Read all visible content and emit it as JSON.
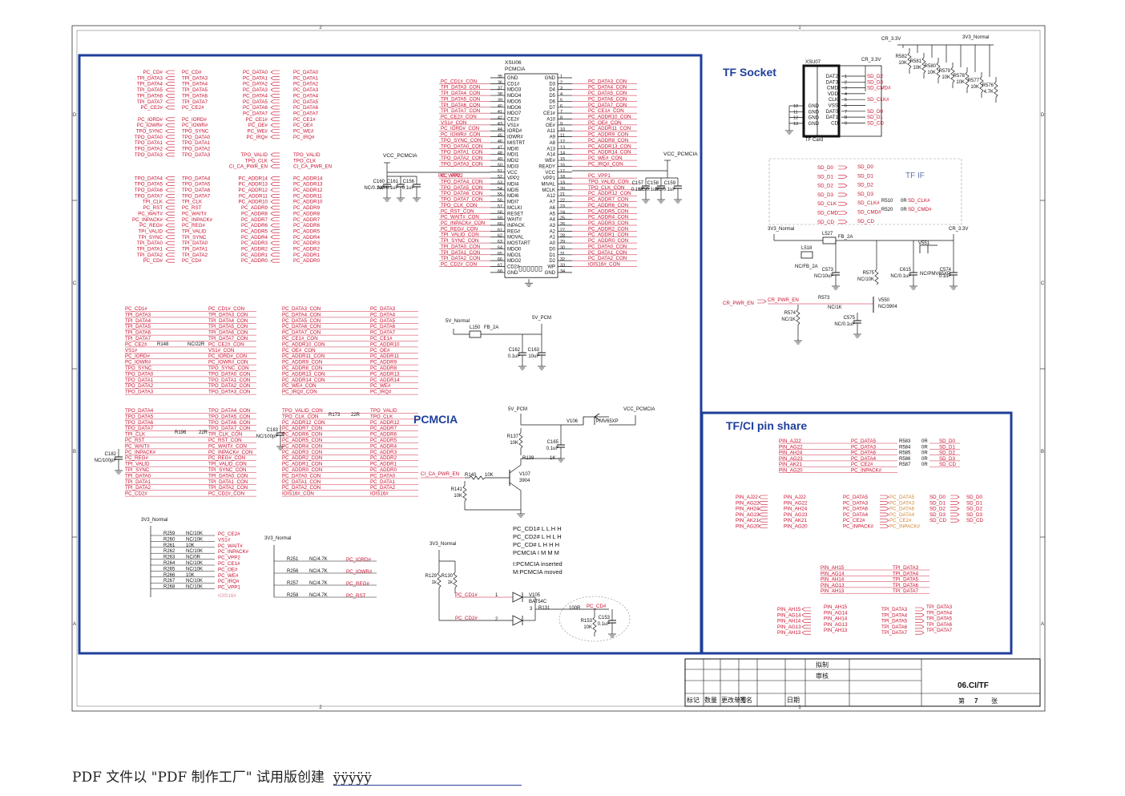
{
  "colors": {
    "frame": "#1f3f9a",
    "net": "#c8102e",
    "wire": "#3a3a8a",
    "ink": "#111111"
  },
  "sections": {
    "tf_socket": "TF Socket",
    "pcmcia": "PCMCIA",
    "tf_ci_share": "TF/CI pin share",
    "tf_if": "TF  IF"
  },
  "title_block": {
    "draft": "拟制",
    "review": "审核",
    "doc": "06.CI/TF",
    "sheet_label": "第",
    "sheet_no": "7",
    "sheet_unit": "张",
    "cols": [
      "标记",
      "数量",
      "更改单号",
      "签名",
      "日期"
    ]
  },
  "zones_top": [
    "2",
    "1"
  ],
  "zones_side": [
    "D",
    "C",
    "B",
    "A"
  ],
  "footer": {
    "text": "PDF 文件以 \"PDF 制作工厂\" 试用版创建  ",
    "link": "ÿÿÿÿÿ"
  },
  "pcmcia_chip": {
    "ref": "XSU06",
    "part": "PCMCIA",
    "left_pins": [
      "GND",
      "CD1#",
      "MDO3",
      "MDO4",
      "MDO5",
      "MDO6",
      "MDO7",
      "CE2#",
      "VS1#",
      "IORD#",
      "IOWR#",
      "MISTRT",
      "MDI0",
      "MDI1",
      "MDI2",
      "MDI3",
      "VCC",
      "VPP2",
      "MDI4",
      "MDI5",
      "MDI6",
      "MDI7",
      "MCLKI",
      "RESET",
      "WAIT#",
      "INPACK",
      "REG#",
      "MOVAL",
      "MOSTART",
      "MDO0",
      "MDO1",
      "MDO2",
      "CD2#",
      "GND"
    ],
    "left_nums": [
      "35",
      "36",
      "37",
      "38",
      "39",
      "40",
      "41",
      "42",
      "43",
      "44",
      "45",
      "46",
      "47",
      "48",
      "49",
      "50",
      "51",
      "52",
      "53",
      "54",
      "55",
      "56",
      "57",
      "58",
      "59",
      "60",
      "61",
      "62",
      "63",
      "64",
      "65",
      "66",
      "67",
      "68"
    ],
    "right_pins": [
      "GND",
      "D3",
      "D4",
      "D5",
      "D6",
      "D7",
      "CE1#",
      "A10",
      "OE#",
      "A11",
      "A9",
      "A8",
      "A13",
      "A14",
      "WE#",
      "READY",
      "VCC",
      "VPP1",
      "MIVAL",
      "MCLK",
      "A12",
      "A7",
      "A6",
      "A5",
      "A4",
      "A3",
      "A2",
      "A1",
      "A0",
      "D0",
      "D1",
      "D2",
      "WP",
      "GND"
    ],
    "right_nums": [
      "1",
      "2",
      "3",
      "4",
      "5",
      "6",
      "7",
      "8",
      "9",
      "10",
      "11",
      "12",
      "13",
      "14",
      "15",
      "16",
      "17",
      "18",
      "19",
      "20",
      "21",
      "22",
      "23",
      "24",
      "25",
      "26",
      "27",
      "28",
      "29",
      "30",
      "31",
      "32",
      "33",
      "34"
    ],
    "left_nets": [
      "PC_CD1#_CON",
      "TPI_DATA3_CON",
      "TPI_DATA4_CON",
      "TPI_DATA5_CON",
      "TPI_DATA6_CON",
      "TPI_DATA7_CON",
      "PC_CE2#_CON",
      "VS1#_CON",
      "PC_IORD#_CON",
      "PC_IOWR#_CON",
      "TPO_SYNC_CON",
      "TPO_DATA0_CON",
      "TPO_DATA1_CON",
      "TPO_DATA2_CON",
      "TPO_DATA3_CON",
      "",
      "PC_VPP2",
      "TPO_DATA4_CON",
      "TPO_DATA5_CON",
      "TPO_DATA6_CON",
      "TPO_DATA7_CON",
      "TPO_CLK_CON",
      "PC_RST_CON",
      "PC_WAIT#_CON",
      "PC_INPACK#_CON",
      "PC_REG#_CON",
      "TPI_VALID_CON",
      "TPI_SYNC_CON",
      "TPI_DATA0_CON",
      "TPI_DATA1_CON",
      "TPI_DATA2_CON",
      "PC_CD2#_CON"
    ],
    "right_nets": [
      "PC_DATA3_CON",
      "PC_DATA4_CON",
      "PC_DATA5_CON",
      "PC_DATA6_CON",
      "PC_DATA7_CON",
      "PC_CE1#_CON",
      "PC_ADDR10_CON",
      "PC_OE#_CON",
      "PC_ADDR11_CON",
      "PC_ADDR9_CON",
      "PC_ADDR8_CON",
      "PC_ADDR13_CON",
      "PC_ADDR14_CON",
      "PC_WE#_CON",
      "PC_IRQ#_CON",
      "",
      "PC_VPP1",
      "TPO_VALID_CON",
      "TPO_CLK_CON",
      "PC_ADDR12_CON",
      "PC_ADDR7_CON",
      "PC_ADDR6_CON",
      "PC_ADDR5_CON",
      "PC_ADDR4_CON",
      "PC_ADDR3_CON",
      "PC_ADDR2_CON",
      "PC_ADDR1_CON",
      "PC_ADDR0_CON",
      "PC_DATA0_CON",
      "PC_DATA1_CON",
      "PC_DATA2_CON",
      "IOIS16#_CON"
    ]
  },
  "net_col1": [
    "PC_CD#",
    "TPI_DATA3",
    "TPI_DATA4",
    "TPI_DATA5",
    "TPI_DATA6",
    "TPI_DATA7",
    "PC_CE2#",
    "",
    "PC_IORD#",
    "PC_IOWR#",
    "TPO_SYNC",
    "TPO_DATA0",
    "TPO_DATA1",
    "TPO_DATA2",
    "TPO_DATA3",
    "",
    "",
    "",
    "TPO_DATA4",
    "TPO_DATA5",
    "TPO_DATA6",
    "TPO_DATA7",
    "TPI_CLK",
    "PC_RST",
    "PC_WAIT#",
    "PC_INPACK#",
    "PC_REG#",
    "TPI_VALID",
    "TPI_SYNC",
    "TPI_DATA0",
    "TPI_DATA1",
    "TPI_DATA2",
    "PC_CD#"
  ],
  "net_col2": [
    "PC_DATA0",
    "PC_DATA1",
    "PC_DATA2",
    "PC_DATA3",
    "PC_DATA4",
    "PC_DATA5",
    "PC_DATA6",
    "PC_DATA7",
    "PC_CE1#",
    "PC_OE#",
    "PC_WE#",
    "PC_IRQ#",
    "",
    "",
    "TPO_VALID",
    "TPO_CLK",
    "CI_CA_PWR_EN",
    "",
    "PC_ADDR14",
    "PC_ADDR13",
    "PC_ADDR12",
    "PC_ADDR11",
    "PC_ADDR10",
    "PC_ADDR9",
    "PC_ADDR8",
    "PC_ADDR7",
    "PC_ADDR6",
    "PC_ADDR5",
    "PC_ADDR4",
    "PC_ADDR3",
    "PC_ADDR2",
    "PC_ADDR1",
    "PC_ADDR0"
  ],
  "conv_a_left": [
    "PC_CD1#",
    "TPI_DATA3",
    "TPI_DATA4",
    "TPI_DATA5",
    "TPI_DATA6",
    "TPI_DATA7",
    "PC_CE2#",
    "VS1#",
    "PC_IORD#",
    "PC_IOWR#",
    "TPO_SYNC",
    "TPO_DATA0",
    "TPO_DATA1",
    "TPO_DATA2",
    "TPO_DATA3"
  ],
  "conv_a_right": [
    "PC_CD1#_CON",
    "TPI_DATA3_CON",
    "TPI_DATA4_CON",
    "TPI_DATA5_CON",
    "TPI_DATA6_CON",
    "TPI_DATA7_CON",
    "PC_CE2#_CON",
    "VS1#_CON",
    "PC_IORD#_CON",
    "PC_IOWR#_CON",
    "TPO_SYNC_CON",
    "TPO_DATA0_CON",
    "TPO_DATA1_CON",
    "TPO_DATA2_CON",
    "TPO_DATA3_CON"
  ],
  "conv_b_left": [
    "PC_DATA3_CON",
    "PC_DATA4_CON",
    "PC_DATA5_CON",
    "PC_DATA6_CON",
    "PC_DATA7_CON",
    "PC_CE1#_CON",
    "PC_ADDR10_CON",
    "PC_OE#_CON",
    "PC_ADDR11_CON",
    "PC_ADDR9_CON",
    "PC_ADDR8_CON",
    "PC_ADDR13_CON",
    "PC_ADDR14_CON",
    "PC_WE#_CON",
    "PC_IRQ#_CON"
  ],
  "conv_b_right": [
    "PC_DATA3",
    "PC_DATA4",
    "PC_DATA5",
    "PC_DATA6",
    "PC_DATA7",
    "PC_CE1#",
    "PC_ADDR10",
    "PC_OE#",
    "PC_ADDR11",
    "PC_ADDR9",
    "PC_ADDR8",
    "PC_ADDR13",
    "PC_ADDR14",
    "PC_WE#",
    "PC_IRQ#"
  ],
  "conv_c_left": [
    "TPO_DATA4",
    "TPO_DATA5",
    "TPO_DATA6",
    "TPO_DATA7",
    "TPI_CLK",
    "PC_RST",
    "PC_WAIT#",
    "PC_INPACK#",
    "PC_REG#",
    "TPI_VALID",
    "TPI_SYNC",
    "TPI_DATA0",
    "TPI_DATA1",
    "TPI_DATA2",
    "PC_CD2#"
  ],
  "conv_c_right": [
    "TPO_DATA4_CON",
    "TPO_DATA5_CON",
    "TPO_DATA6_CON",
    "TPO_DATA7_CON",
    "TPI_CLK_CON",
    "PC_RST_CON",
    "PC_WAIT#_CON",
    "PC_INPACK#_CON",
    "PC_REG#_CON",
    "TPI_VALID_CON",
    "TPI_SYNC_CON",
    "TPI_DATA0_CON",
    "TPI_DATA1_CON",
    "TPI_DATA2_CON",
    "PC_CD2#_CON"
  ],
  "conv_d_left": [
    "TPO_VALID_CON",
    "TPO_CLK_CON",
    "PC_ADDR12_CON",
    "PC_ADDR7_CON",
    "PC_ADDR6_CON",
    "PC_ADDR5_CON",
    "PC_ADDR4_CON",
    "PC_ADDR3_CON",
    "PC_ADDR2_CON",
    "PC_ADDR1_CON",
    "PC_ADDR0_CON",
    "PC_DATA0_CON",
    "PC_DATA1_CON",
    "PC_DATA2_CON",
    "IOIS16#_CON"
  ],
  "conv_d_right": [
    "TPO_VALID",
    "TPO_CLK",
    "PC_ADDR12",
    "PC_ADDR7",
    "PC_ADDR6",
    "PC_ADDR5",
    "PC_ADDR4",
    "PC_ADDR3",
    "PC_ADDR2",
    "PC_ADDR1",
    "PC_ADDR0",
    "PC_DATA0",
    "PC_DATA1",
    "PC_DATA2",
    "IOIS16#"
  ],
  "pullups_a": {
    "rail": "3V3_Normal",
    "refs": [
      "R259",
      "R260",
      "R261",
      "R262",
      "R263",
      "R264",
      "R265",
      "R266",
      "R267",
      "R268"
    ],
    "vals": [
      "NC/10K",
      "NC/10K",
      "10K",
      "NC/10K",
      "NC/0R",
      "NC/10K",
      "NC/10K",
      "10K",
      "NC/10K",
      "NC/10K"
    ],
    "nets": [
      "PC_CE2#",
      "VS1#",
      "PC_WAIT#",
      "PC_INPACK#",
      "PC_VPP2",
      "PC_CE1#",
      "PC_OE#",
      "PC_WE#",
      "PC_IRQ#",
      "PC_VPP1"
    ],
    "last": "IOIS16#"
  },
  "pullups_b": {
    "rail": "3V3_Normal",
    "refs": [
      "R251",
      "R256",
      "R257",
      "R258"
    ],
    "vals": [
      "NC/4.7K",
      "NC/4.7K",
      "NC/4.7K",
      "NC/4.7K"
    ],
    "nets": [
      "PC_IORD#",
      "PC_IOWR#",
      "PC_REG#",
      "PC_RST"
    ]
  },
  "misc": {
    "vcc_pcmcia": "VCC_PCMCIA",
    "r148": "R148",
    "r148v": "NC/22R",
    "r196": "R196",
    "r196v": "22R",
    "r173": "R173",
    "r173v": "22R",
    "c182": "C182",
    "c182v": "NC/100pF",
    "c183": "C183",
    "c183v": "NC/100pF",
    "c160": "C160",
    "c161": "C161",
    "c156": "C156",
    "c160v": "NC/0.1uF",
    "c161v": "NC/0.1uF",
    "c156v": "0.1uF",
    "c157": "C157",
    "c158": "C158",
    "c159": "C159",
    "c157v": "0.1uF",
    "c158v": "NC/0.1uF",
    "c159v": "NC/0.1uF",
    "fivev": "5V_Normal",
    "l150": "L150",
    "fb2a": "FB_2A",
    "v5pcm": "5V_PCM",
    "c162": "C162",
    "c163": "C163",
    "c162v": "0.1uF",
    "c163v": "10uF",
    "r137": "R137",
    "r137v": "10K",
    "r139": "R139",
    "r139v": "1K",
    "r140": "R140",
    "r140v": "10K",
    "r141": "R141",
    "r141v": "10K",
    "v106": "V106",
    "pmv": "PMV65XP",
    "c165": "C165",
    "c165v": "0.1uF",
    "v107": "V107",
    "v3904": "3904",
    "ci_en": "CI_CA_PWR_EN",
    "truth": [
      "PC_CD1#  L  L  H  H",
      "PC_CD2#  L  H  L  H",
      "PC_CD#   L  H  H  H",
      "PCMCIA   I  M  M  M"
    ],
    "legend": [
      "I:PCMCIA inserted",
      "M:PCMCIA moved"
    ],
    "r129": "R129",
    "r130": "R130",
    "k1": "1k",
    "v105": "V105",
    "bat": "BAT54C",
    "r131": "R131",
    "r131v": "100R",
    "r153": "R153",
    "r153v": "10K",
    "c153": "C153",
    "c153v": "0.1uF",
    "pc_cd1": "PC_CD1#",
    "pc_cd2": "PC_CD2#",
    "pc_cd": "PC_CD#",
    "one": "1",
    "two": "2",
    "three": "3"
  },
  "tf": {
    "chip_ref": "XSU07",
    "chip_name": "TF Card",
    "cr": "CR_3.3V",
    "v3": "3V3_Normal",
    "pins": [
      "DAT2",
      "DAT3",
      "CMD",
      "VDD",
      "CLK",
      "VSS",
      "DAT0",
      "DAT1",
      "CD"
    ],
    "pin_nums": [
      "1",
      "2",
      "3",
      "4",
      "5",
      "6",
      "7",
      "8",
      "9"
    ],
    "gnd_nums": [
      "10",
      "11",
      "12",
      "13"
    ],
    "gnd": "GND",
    "nets": [
      "SD_D2",
      "SD_D3",
      "SD_CMD#",
      "",
      "SD_CLK#",
      "",
      "SD_D0",
      "SD_D1",
      "SD_CD"
    ],
    "res": [
      "R582",
      "R581",
      "R580",
      "R579",
      "R578",
      "R577",
      "R576"
    ],
    "res_v": [
      "10K",
      "10K",
      "10K",
      "10K",
      "10K",
      "10K",
      "4.7K"
    ],
    "if_left": [
      "SD_D0",
      "SD_D1",
      "SD_D2",
      "SD_D3",
      "SD_CLK",
      "SD_CMD",
      "SD_CD"
    ],
    "if_right": [
      "SD_D0",
      "SD_D1",
      "SD_D2",
      "SD_D3",
      "SD_CLK#",
      "SD_CMD#",
      "SD_CD"
    ],
    "r510": "R510",
    "r520": "R520",
    "zr": "0R",
    "l527": "L527",
    "l518": "L518",
    "nc_fb": "NC/FB_2A",
    "c573": "C573",
    "c573v": "NC/10uF",
    "r575": "R575",
    "r575v": "NC/10K",
    "c615": "C615",
    "c615v": "NC/0.1uF",
    "v551": "V551",
    "ncpmv": "NC/PMV65XP",
    "c574": "C574",
    "c574v": "0.1uF",
    "cr_en": "CR_PWR_EN",
    "r573": "R573",
    "r573v": "NC/1K",
    "r574": "R574",
    "r574v": "NC/1K",
    "c575": "C575",
    "c575v": "NC/0.1uF",
    "v550": "V550",
    "nc3904": "NC/3904"
  },
  "share": {
    "a_left": [
      "PIN_AJ22",
      "PIN_AG22",
      "PIN_AH24",
      "PIN_AG23",
      "PIN_AK21",
      "PIN_AG20"
    ],
    "a_mid": [
      "PC_DATA5",
      "PC_DATA3",
      "PC_DATA6",
      "PC_DATA4",
      "PC_CE2#",
      "PC_INPACK#"
    ],
    "a_res": [
      "R583",
      "R584",
      "R585",
      "R586",
      "R587"
    ],
    "a_right": [
      "SD_D0",
      "SD_D1",
      "SD_D2",
      "SD_D3",
      "SD_CD"
    ],
    "b_left": [
      "PIN_AJ22",
      "PIN_AG22",
      "PIN_AH24",
      "PIN_AG23",
      "PIN_AK21",
      "PIN_AG20"
    ],
    "b_net": [
      "PC_DATA5",
      "PC_DATA3",
      "PC_DATA6",
      "PC_DATA4",
      "PC_CE2#",
      "PC_INPACK#"
    ],
    "b_sd": [
      "SD_D0",
      "SD_D1",
      "SD_D2",
      "SD_D3",
      "SD_CD"
    ],
    "c_left": [
      "PIN_AH15",
      "PIN_AG14",
      "PIN_AH14",
      "PIN_AG13",
      "PIN_AH13"
    ],
    "c_right": [
      "TPI_DATA3",
      "TPI_DATA4",
      "TPI_DATA5",
      "TPI_DATA6",
      "TPI_DATA7"
    ]
  }
}
